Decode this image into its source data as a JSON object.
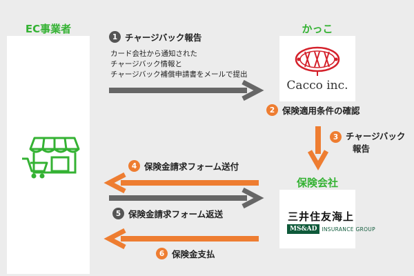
{
  "columns": {
    "merchant_title": "EC事業者",
    "cacco_title": "かっこ",
    "insurer_title": "保険会社"
  },
  "cacco_logo": {
    "text": "Cacco inc."
  },
  "insurer_logo": {
    "name": "三井住友海上",
    "box": "MS&AD",
    "sub": "INSURANCE GROUP"
  },
  "steps": [
    {
      "num": "1",
      "label": "チャージバック報告"
    },
    {
      "num": "2",
      "label": "保険適用条件の確認"
    },
    {
      "num": "3",
      "label_line1": "チャージバック",
      "label_line2": "報告"
    },
    {
      "num": "4",
      "label": "保険金請求フォーム送付"
    },
    {
      "num": "5",
      "label": "保険金請求フォーム返送"
    },
    {
      "num": "6",
      "label": "保険金支払"
    }
  ],
  "step1_note": [
    "カード会社から通知された",
    "チャージバック情報と",
    "チャージバック補償申請書をメールで提出"
  ],
  "colors": {
    "green": "#34b233",
    "orange": "#ee7d31",
    "gray_arrow": "#666666",
    "background": "#ececec"
  }
}
